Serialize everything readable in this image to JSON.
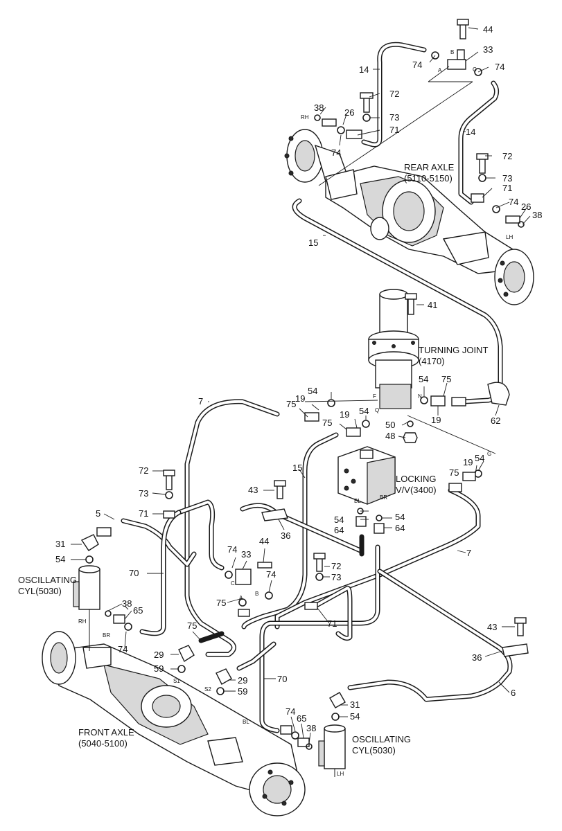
{
  "callouts": {
    "c44a": "44",
    "c33a": "33",
    "c74a": "74",
    "c74b": "74",
    "c14a": "14",
    "c14b": "14",
    "c72a": "72",
    "c73a": "73",
    "c71a": "71",
    "c38a": "38",
    "c26a": "26",
    "c74c": "74",
    "c72b": "72",
    "c73b": "73",
    "c71b": "71",
    "c74d": "74",
    "c26b": "26",
    "c38b": "38",
    "c15a": "15",
    "c41": "41",
    "c54a": "54",
    "c75a": "75",
    "c19a": "19",
    "c62": "62",
    "c7a": "7",
    "c19b": "19",
    "c54b": "54",
    "c75b": "75",
    "c19c": "19",
    "c54c": "54",
    "c75c": "75",
    "c50": "50",
    "c48": "48",
    "c15b": "15",
    "c19d": "19",
    "c54d": "54",
    "c75d": "75",
    "c72c": "72",
    "c73c": "73",
    "c71c": "71",
    "c5": "5",
    "c43a": "43",
    "c31a": "31",
    "c54e": "54",
    "c36a": "36",
    "c54f": "54",
    "c64a": "64",
    "c54g": "54",
    "c64b": "64",
    "c7b": "7",
    "c70a": "70",
    "c74e": "74",
    "c33b": "33",
    "c44b": "44",
    "c74f": "74",
    "c72d": "72",
    "c73d": "73",
    "c75e": "75",
    "c38c": "38",
    "c65a": "65",
    "c74g": "74",
    "c71d": "71",
    "c43b": "43",
    "c75f": "75",
    "c29a": "29",
    "c59a": "59",
    "c29b": "29",
    "c59b": "59",
    "c36b": "36",
    "c70b": "70",
    "c6": "6",
    "c31b": "31",
    "c54h": "54",
    "c74h": "74",
    "c65b": "65",
    "c38d": "38"
  },
  "ports": {
    "pA1": "A",
    "pB1": "B",
    "pC1": "C",
    "pRH": "RH",
    "pLH": "LH",
    "pF": "F",
    "pN": "N",
    "pQ": "Q",
    "pG": "G",
    "pBL": "BL",
    "pBR": "BR",
    "pA2": "A",
    "pB2": "B",
    "pC2": "C",
    "pBR2": "BR",
    "pRH2": "RH",
    "pS1": "S1",
    "pS2": "S2",
    "pBL2": "BL",
    "pLH2": "LH"
  },
  "components": {
    "rear_axle_line1": "REAR AXLE",
    "rear_axle_line2": "(5110-5150)",
    "turning_joint_line1": "TURNING JOINT",
    "turning_joint_line2": "(4170)",
    "locking_line1": "LOCKING",
    "locking_line2": "V/V(3400)",
    "osc_left_line1": "OSCILLATING",
    "osc_left_line2": "CYL(5030)",
    "osc_right_line1": "OSCILLATING",
    "osc_right_line2": "CYL(5030)",
    "front_axle_line1": "FRONT AXLE",
    "front_axle_line2": "(5040-5100)"
  }
}
